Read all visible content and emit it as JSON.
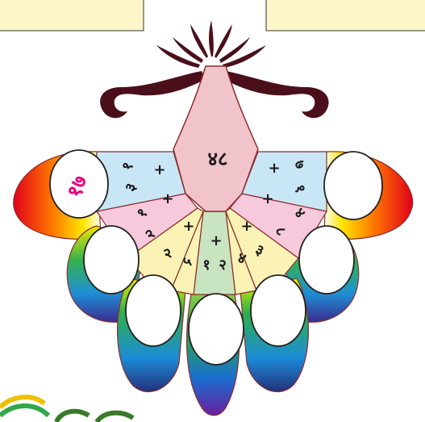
{
  "puzzle": {
    "center_number": "४८",
    "example_answer": "१७",
    "operator": "+",
    "pairs": [
      {
        "a": "१",
        "b": "३"
      },
      {
        "a": "१",
        "b": "२"
      },
      {
        "a": "२",
        "b": "५"
      },
      {
        "a": "१",
        "b": "२"
      },
      {
        "a": "४",
        "b": "३"
      },
      {
        "a": "४",
        "b": "८"
      },
      {
        "a": "७",
        "b": "१"
      }
    ]
  },
  "colors": {
    "top_boxes_fill": "#fdf6c8",
    "center_fill": "#f1c4cb",
    "center_stroke": "#8b2c2c",
    "ornament": "#4a0f1a",
    "answer_text": "#e6007e",
    "digit_text": "#1a1a1a",
    "sector_blue": "#c9e6f6",
    "sector_pink": "#f7c9dc",
    "sector_yellow": "#fbf3b5",
    "sector_green": "#c9e4c0"
  }
}
